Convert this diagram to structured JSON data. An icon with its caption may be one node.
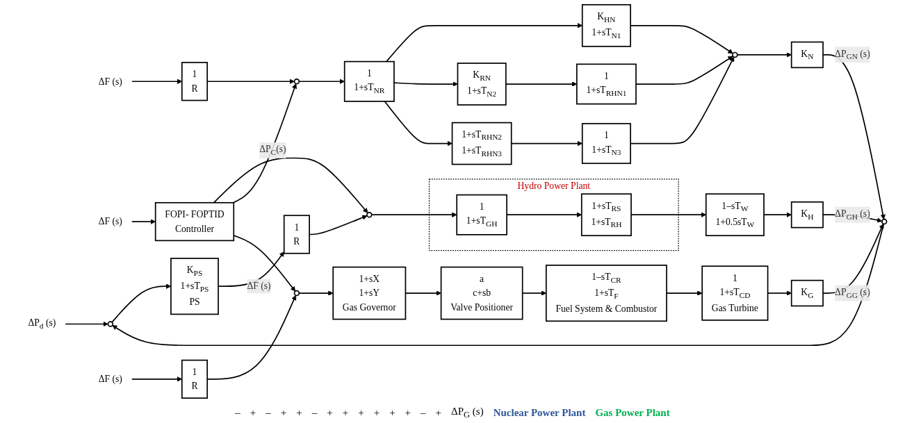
{
  "diagram": {
    "nodes": [
      {
        "text": [
          "1",
          "R"
        ]
      },
      {
        "text": [],
        "shape": "circle"
      },
      {
        "text": [
          "Hydro Power Plant"
        ]
      },
      {
        "text": [
          "1",
          "1+sT$_{GH}$"
        ],
        "in": 2
      },
      {
        "text": [
          "1+sT$_{RS}$",
          "1+sT$_{RH}$"
        ],
        "in": 2
      },
      {
        "text": [
          "1–sT$_{W}$",
          "1+0.5sT$_{W}$"
        ]
      },
      {
        "text": [
          "K$_{H}$"
        ]
      },
      {
        "text": [
          "ΔP$_{d}$ (s)"
        ]
      },
      {
        "text": [
          "1",
          "R"
        ]
      },
      {
        "text": [
          "ΔF (s)"
        ]
      },
      {
        "text": [
          "K$_{HN}$",
          "1+sT$_{N1}$"
        ]
      },
      {
        "text": [
          "ΔF (s)"
        ]
      },
      {
        "text": [
          "FOPI- FOPTID",
          "Controller"
        ]
      },
      {
        "text": [],
        "shape": "circle"
      },
      {
        "text": [
          "1",
          "1+sT$_{NR}$"
        ]
      },
      {
        "text": [
          "K$_{RN}$",
          "1+sT$_{N2}$"
        ]
      },
      {
        "text": [
          "1",
          "1+sT$_{RHN1}$"
        ]
      },
      {
        "text": [],
        "shape": "circle"
      },
      {
        "text": [
          "K$_{N}$"
        ]
      },
      {
        "text": [],
        "shape": "circle"
      },
      {
        "text": [],
        "shape": "circle"
      },
      {
        "text": [
          "K$_{PS}$",
          "1+sT$_{PS}$",
          "PS"
        ]
      },
      {
        "text": [
          "1+sT$_{RHN2}$",
          "1+sT$_{RHN3}$"
        ]
      },
      {
        "text": [
          "1",
          "1+sT$_{N3}$"
        ]
      },
      {
        "text": [
          "1",
          "R"
        ]
      },
      {
        "text": [
          "ΔF (s)"
        ]
      },
      {
        "text": [],
        "shape": "circle"
      },
      {
        "text": [
          "1+sX",
          "1+sY",
          "Gas Governor"
        ]
      },
      {
        "text": [
          "a",
          "c+sb",
          "Valve Positioner"
        ]
      },
      {
        "text": [
          "1–sT$_{CR}$",
          "1+sT$_{F}$",
          "Fuel System & Combustor"
        ]
      },
      {
        "text": [
          "1",
          "1+sT$_{CD}$",
          "Gas Turbine"
        ]
      },
      {
        "text": [
          "K$_{G}$"
        ]
      }
    ],
    "edges": [
      {
        "from": 11,
        "to": 12,
        "arrow": "to"
      },
      {
        "from": 12,
        "to": 1,
        "arrow": "to"
      },
      {
        "from": 12,
        "to": 13,
        "arrow": "to",
        "label": "ΔP$_{C}$(s)"
      },
      {
        "from": 12,
        "to": 26,
        "arrow": "to"
      },
      {
        "from": 0,
        "to": 1,
        "arrow": "to"
      },
      {
        "from": 1,
        "to": 3,
        "arrow": "to"
      },
      {
        "from": 3,
        "to": 4,
        "arrow": "to"
      },
      {
        "from": 4,
        "to": 5,
        "arrow": "to"
      },
      {
        "from": 5,
        "to": 6,
        "arrow": "to"
      },
      {
        "from": 6,
        "to": 19,
        "arrow": "to",
        "label": "ΔP$_{GH}$ (s)"
      },
      {
        "from": 7,
        "to": 20,
        "arrow": "to"
      },
      {
        "from": 9,
        "to": 8,
        "arrow": "to"
      },
      {
        "from": 8,
        "to": 13,
        "arrow": "to"
      },
      {
        "from": 13,
        "to": 14,
        "arrow": "to"
      },
      {
        "from": 14,
        "to": 10,
        "arrow": "to"
      },
      {
        "from": 14,
        "to": 15,
        "arrow": "to"
      },
      {
        "from": 14,
        "to": 22,
        "arrow": "to"
      },
      {
        "from": 10,
        "to": 17,
        "arrow": "to"
      },
      {
        "from": 15,
        "to": 16,
        "arrow": "to"
      },
      {
        "from": 16,
        "to": 17,
        "arrow": "to"
      },
      {
        "from": 22,
        "to": 23,
        "arrow": "to"
      },
      {
        "from": 23,
        "to": 17,
        "arrow": "to"
      },
      {
        "from": 17,
        "to": 18,
        "arrow": "to"
      },
      {
        "from": 18,
        "to": 19,
        "arrow": "to",
        "label": "ΔP$_{GN}$ (s)"
      },
      {
        "from": 19,
        "to": 20,
        "arrow": "to"
      },
      {
        "from": 20,
        "to": 21,
        "arrow": "to"
      },
      {
        "from": 21,
        "to": 0,
        "arrow": "to",
        "label": "ΔF (s)"
      },
      {
        "from": 25,
        "to": 24,
        "arrow": "to"
      },
      {
        "from": 24,
        "to": 26,
        "arrow": "to"
      },
      {
        "from": 26,
        "to": 27,
        "arrow": "to"
      },
      {
        "from": 27,
        "to": 28,
        "arrow": "to"
      },
      {
        "from": 28,
        "to": 29,
        "arrow": "to"
      },
      {
        "from": 29,
        "to": 30,
        "arrow": "to"
      },
      {
        "from": 30,
        "to": 31,
        "arrow": "to"
      },
      {
        "from": 31,
        "to": 19,
        "arrow": "to",
        "label": "ΔP$_{GG}$ (s)"
      }
    ],
    "labels": [
      "–",
      "+",
      "–",
      "+",
      "+",
      "–",
      "+",
      "+",
      "+",
      "+",
      "+",
      "+",
      "–",
      "+",
      "ΔP$_{G}$ (s)",
      "Nuclear Power Plant",
      "Gas Power Plant"
    ]
  }
}
